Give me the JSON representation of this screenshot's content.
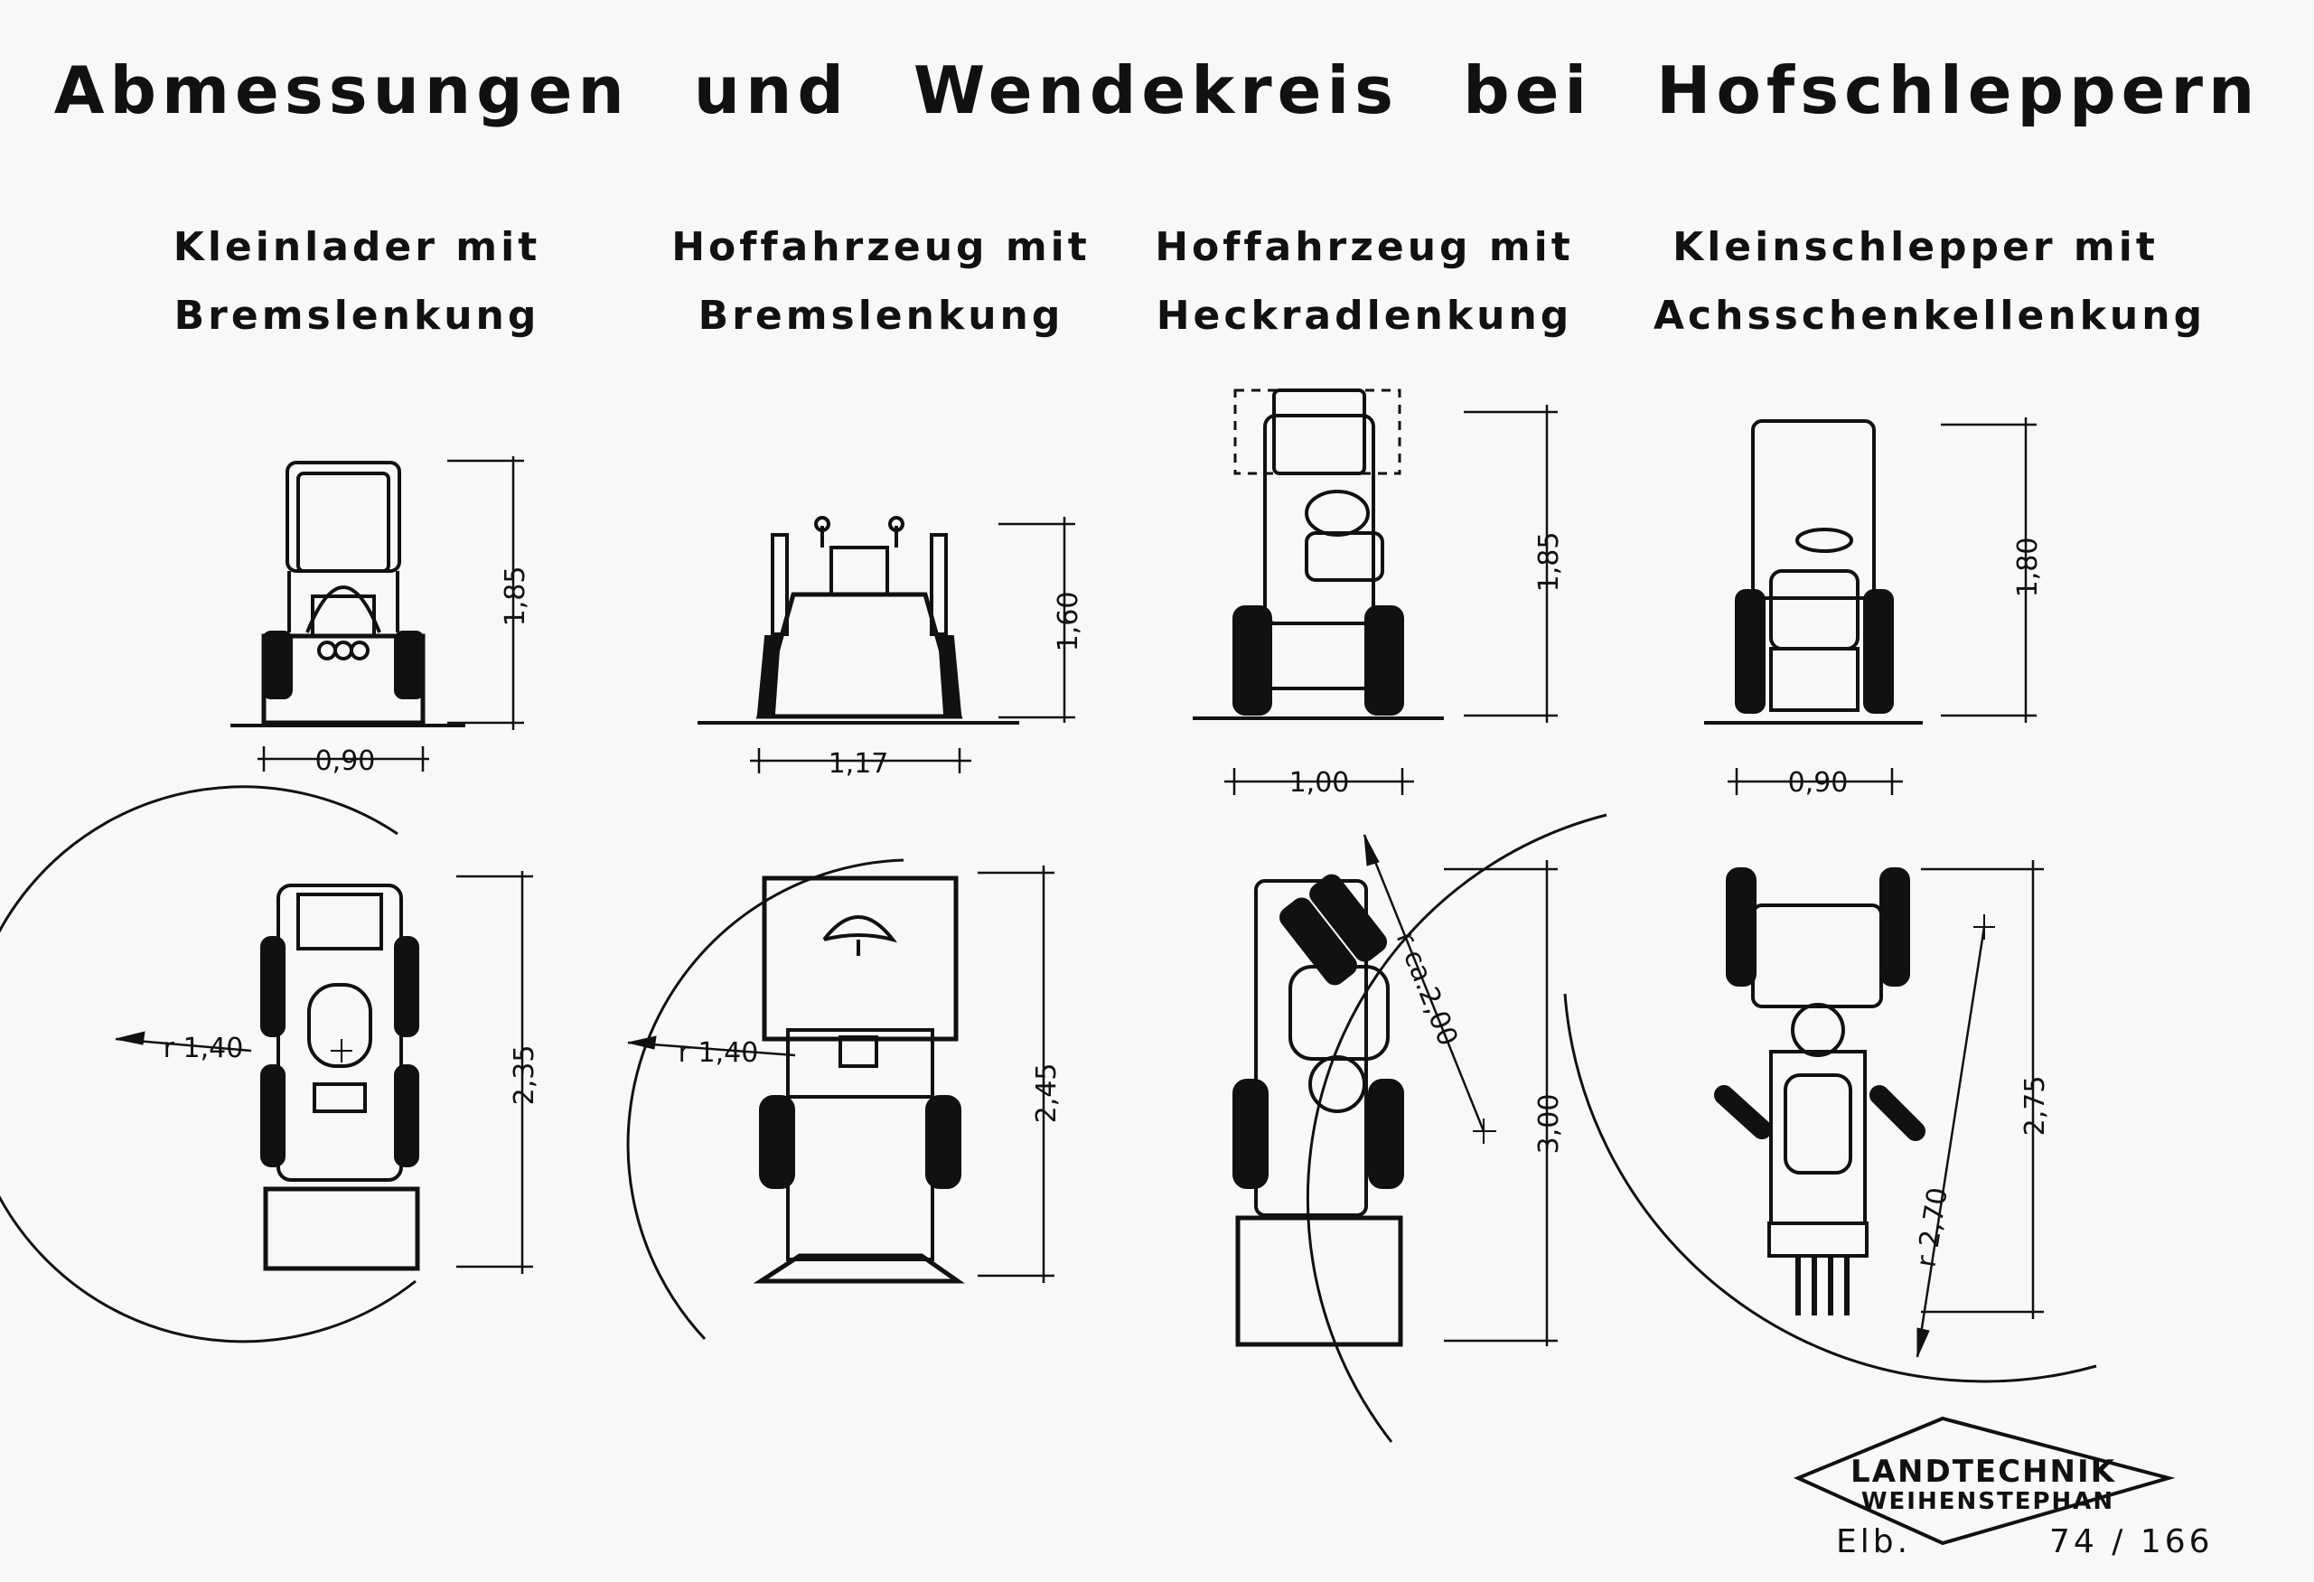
{
  "title": "Abmessungen und Wendekreis bei Hofschleppern",
  "columns": [
    {
      "line1": "Kleinlader mit",
      "line2": "Bremslenkung",
      "width": "0,90",
      "height": "1,85",
      "radius": "r 1,40",
      "length": "2,35"
    },
    {
      "line1": "Hoffahrzeug mit",
      "line2": "Bremslenkung",
      "width": "1,17",
      "height": "1,60",
      "radius": "r 1,40",
      "length": "2,45"
    },
    {
      "line1": "Hoffahrzeug mit",
      "line2": "Heckradlenkung",
      "width": "1,00",
      "height": "1,85",
      "radius": "r ca.2,00",
      "length": "3,00"
    },
    {
      "line1": "Kleinschlepper mit",
      "line2": "Achsschenkellenkung",
      "width": "0,90",
      "height": "1,80",
      "radius": "r 2,70",
      "length": "2,75"
    }
  ],
  "logo": {
    "line1": "LANDTECHNIK",
    "line2": "WEIHENSTEPHAN"
  },
  "footer": {
    "left": "Elb.",
    "right": "74 / 166"
  }
}
